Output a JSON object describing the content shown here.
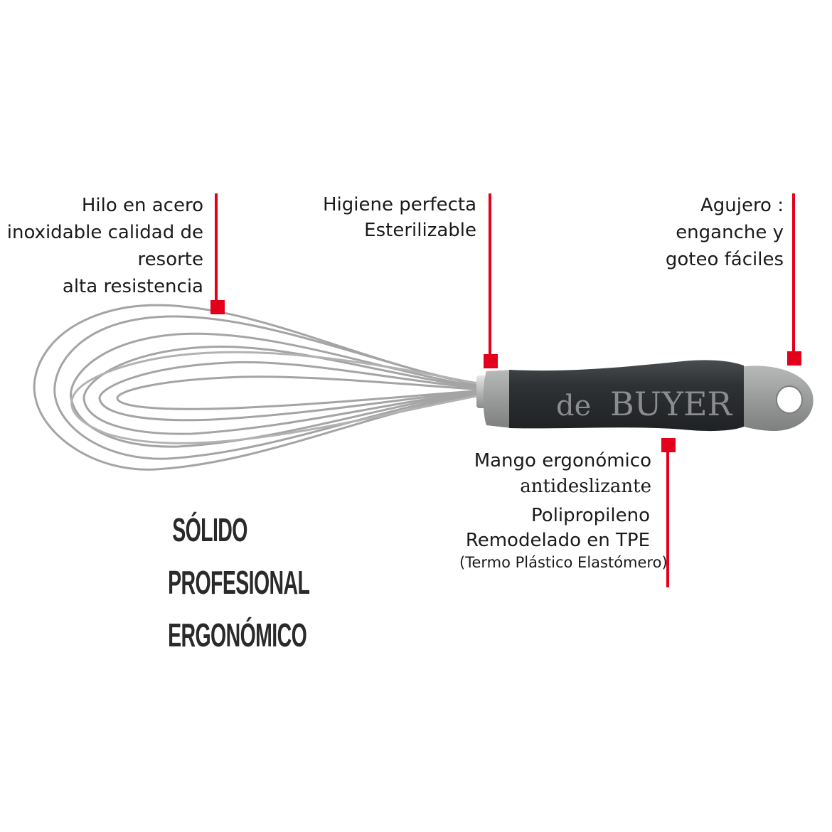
{
  "callouts": {
    "wire": {
      "lines": [
        "Hilo en acero",
        "inoxidable calidad de",
        "resorte",
        "alta resistencia"
      ]
    },
    "hygiene": {
      "lines": [
        "Higiene perfecta",
        "Esterilizable"
      ]
    },
    "hole": {
      "lines": [
        "Agujero :",
        "enganche y",
        "goteo fáciles"
      ]
    },
    "handle": {
      "line1": "Mango ergonómico",
      "line2": "antideslizante",
      "line3": "Polipropileno",
      "line4": "Remodelado en TPE",
      "line5": "(Termo Plástico Elastómero)"
    }
  },
  "slogan": {
    "lines": [
      "SÓLIDO",
      "PROFESIONAL",
      "ERGONÓMICO"
    ]
  },
  "brand": {
    "prefix": "de",
    "name": "BUYER"
  },
  "colors": {
    "accent_red": "#e3001b",
    "handle_dark": "#2f3235",
    "handle_grey": "#9a9c9c",
    "steel": "#a9a9a9"
  }
}
